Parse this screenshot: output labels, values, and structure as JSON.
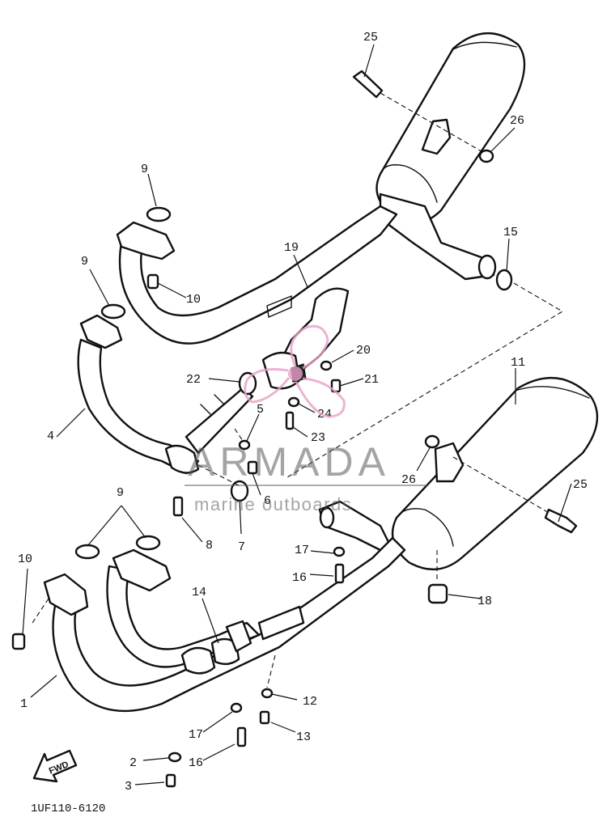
{
  "diagram": {
    "code": "1UF110-6120",
    "fwd_label": "FWD",
    "callouts": [
      "1",
      "2",
      "3",
      "4",
      "5",
      "6",
      "7",
      "8",
      "9",
      "9",
      "9",
      "10",
      "10",
      "11",
      "12",
      "13",
      "14",
      "15",
      "16",
      "16",
      "17",
      "17",
      "18",
      "19",
      "20",
      "21",
      "22",
      "23",
      "24",
      "25",
      "25",
      "26",
      "26"
    ]
  },
  "watermark": {
    "brand": "ARMADA",
    "tagline": "marine outboards",
    "color": "#e8a0c8"
  }
}
